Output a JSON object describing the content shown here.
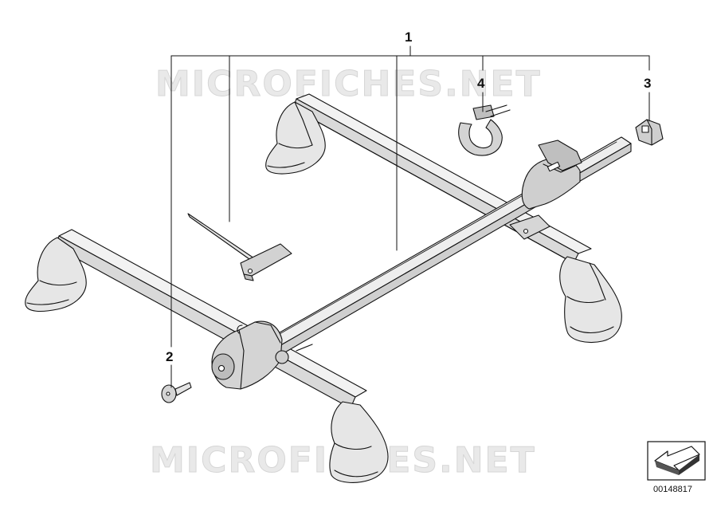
{
  "callouts": {
    "main": "1",
    "key": "2",
    "clip": "3",
    "strap": "4"
  },
  "watermarks": {
    "top": "MICROFICHES.NET",
    "bottom": "MICROFICHES.NET"
  },
  "diagram_number": "00148817",
  "icons": {
    "corner_symbol": "arrow-symbol-icon"
  },
  "colors": {
    "line": "#111111",
    "part_fill": "#ececec",
    "shadow_fill": "#bdbdbd",
    "watermark": "#e9e9e9"
  }
}
